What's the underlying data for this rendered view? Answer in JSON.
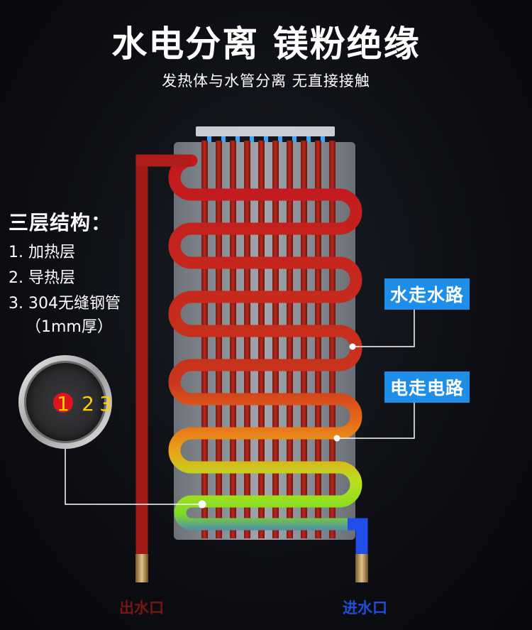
{
  "header": {
    "title": "水电分离 镁粉绝缘",
    "subtitle": "发热体与水管分离 无直接接触"
  },
  "structure": {
    "title": "三层结构：",
    "items": [
      "1. 加热层",
      "2. 导热层",
      "3. 304无缝钢管"
    ],
    "note": "（1mm厚）"
  },
  "cross_section": {
    "labels": [
      "1",
      "2",
      "3"
    ],
    "label_color": "#ffb000",
    "marker_color": "#e0141a"
  },
  "callouts": {
    "water_path": "水走水路",
    "electric_path": "电走电路",
    "tag_color": "#1e8ee8"
  },
  "ports": {
    "outlet": "出水口",
    "inlet": "进水口"
  },
  "icons": [
    "cross-section-icon",
    "heating-coil-illustration"
  ]
}
